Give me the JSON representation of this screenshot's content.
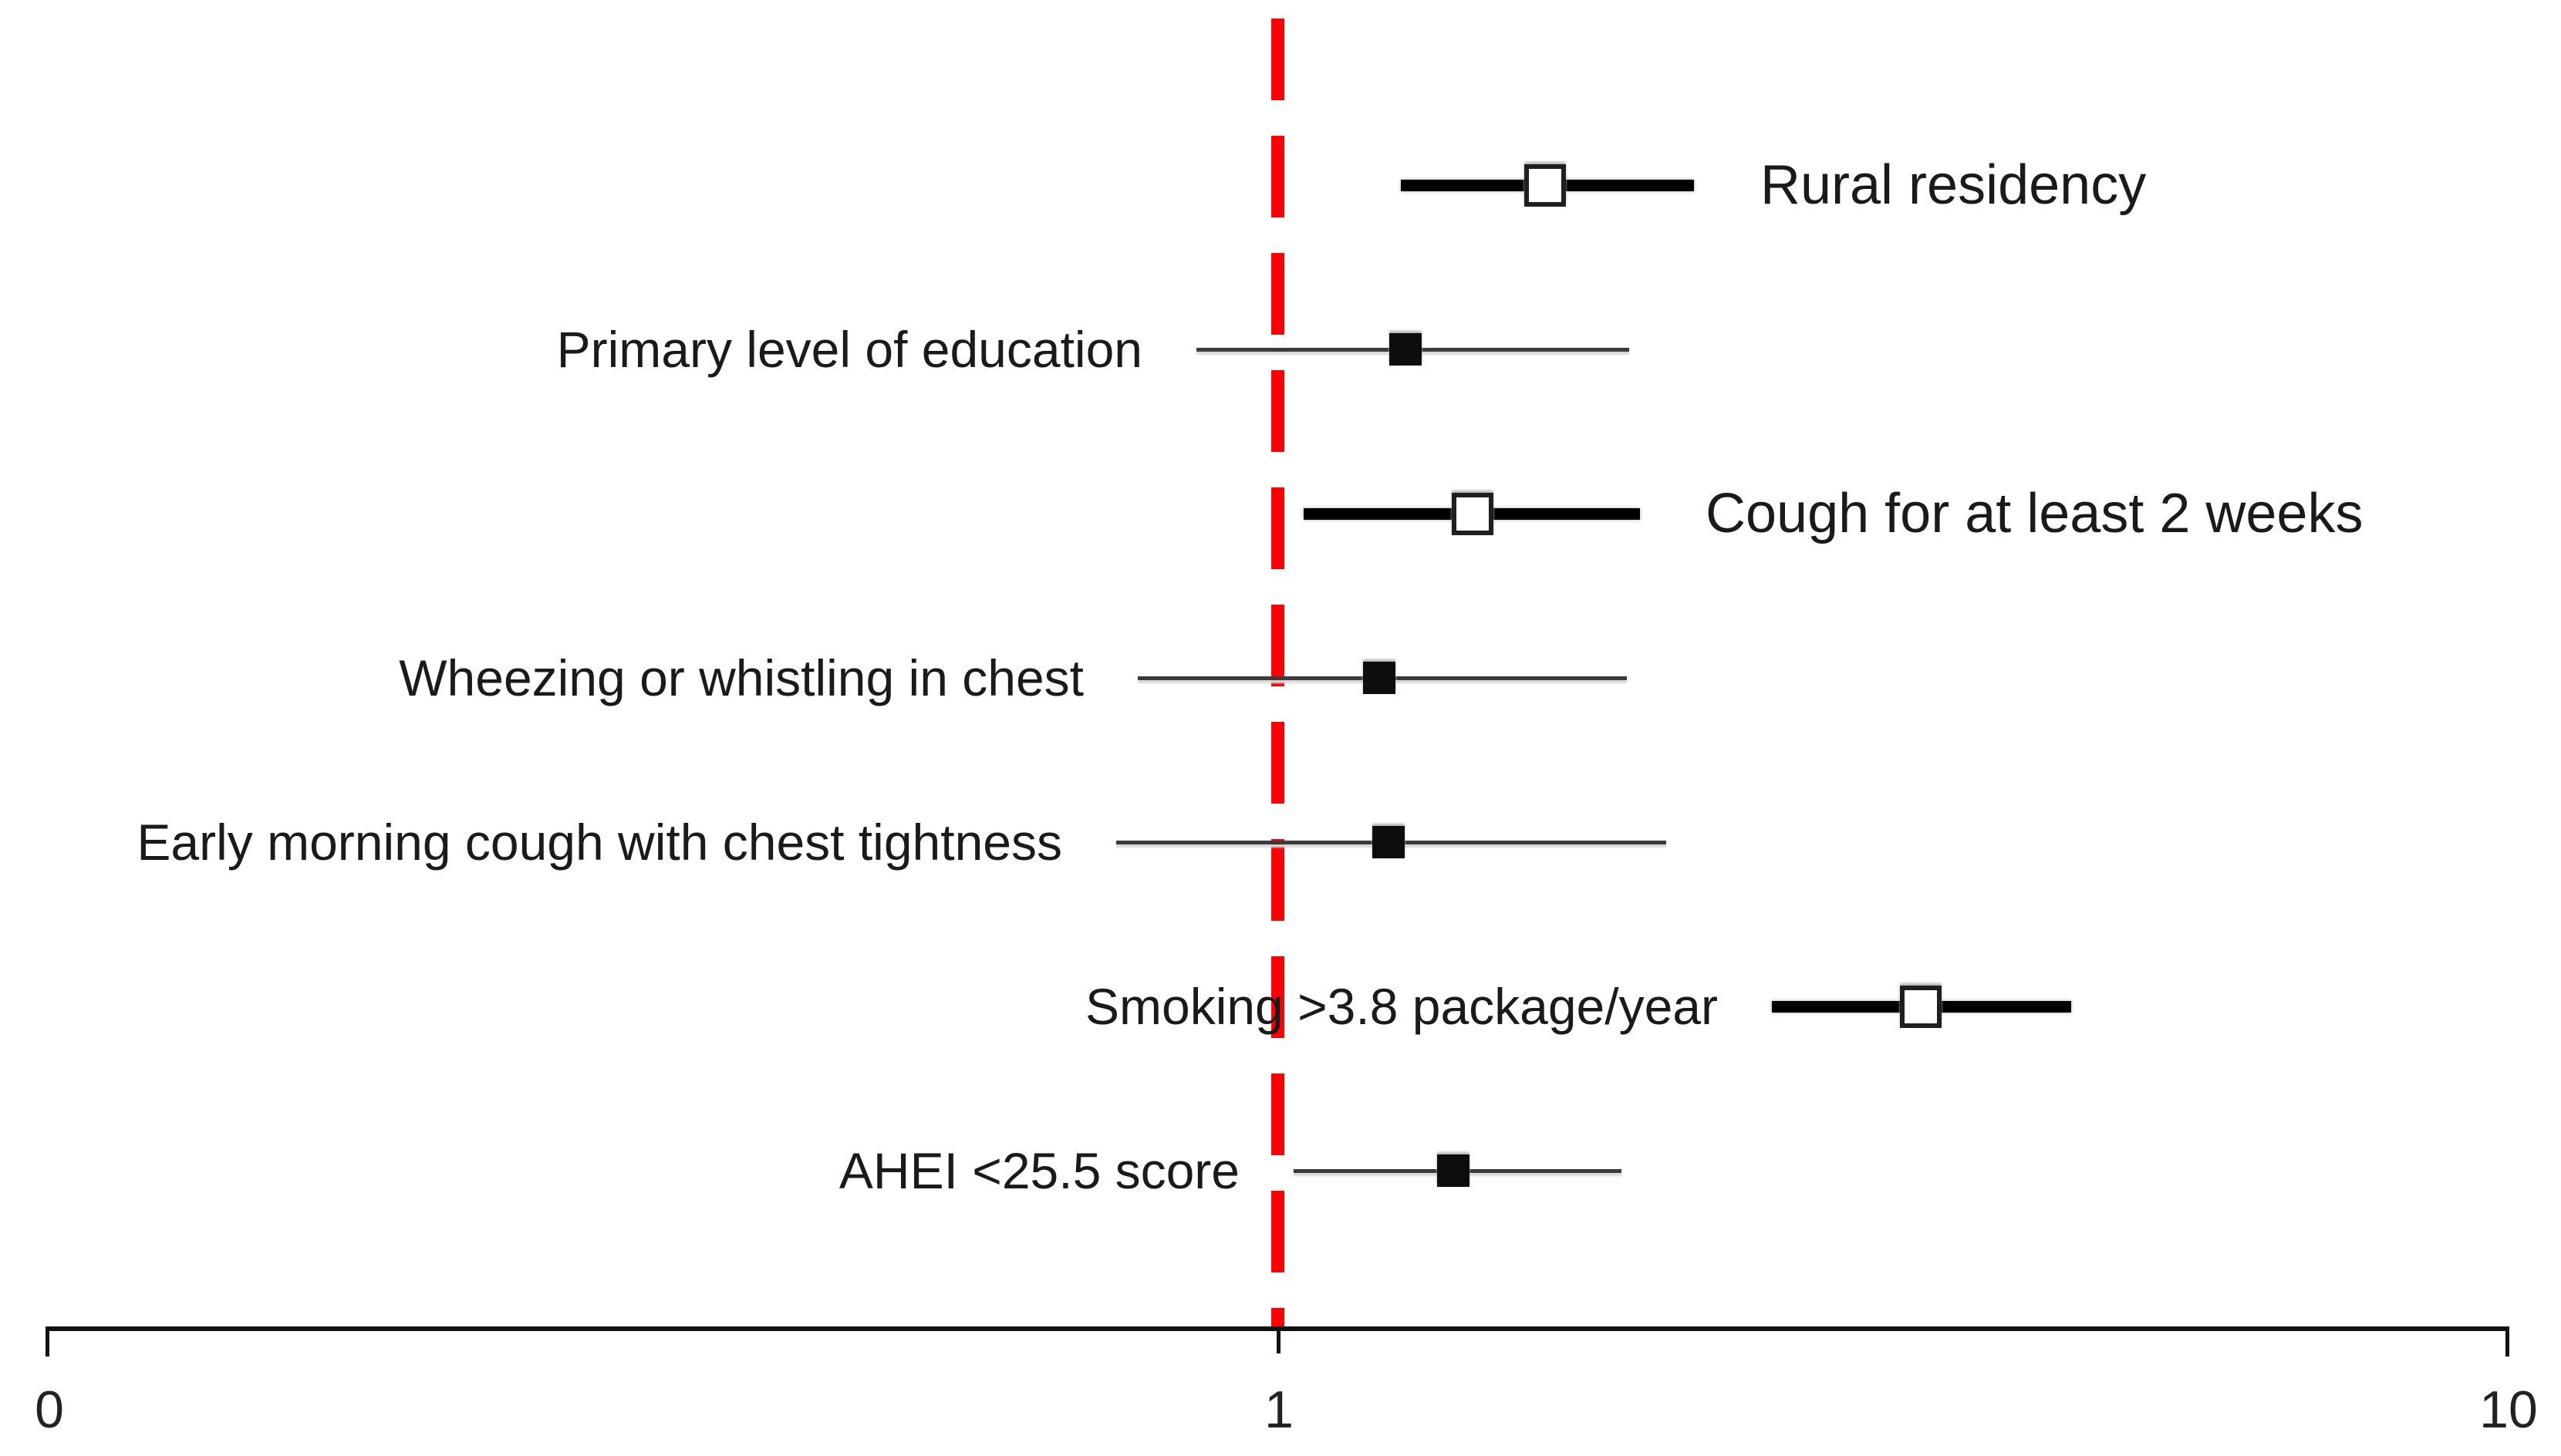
{
  "chart_data": {
    "type": "scatter",
    "subtype": "forest-plot",
    "title": "",
    "xlabel": "",
    "ylabel": "",
    "x_axis": {
      "tick_labels": [
        "0",
        "1",
        "10"
      ],
      "tick_fractions": [
        0,
        0.5,
        1
      ],
      "scale": "log10 for values; value 1 at axis midpoint, 10 at right end, left end labeled 0",
      "grid": "off"
    },
    "reference_line": {
      "x": 1,
      "style": "dashed",
      "color": "#f50505"
    },
    "legend": "none",
    "rows": [
      {
        "label": "Rural residency",
        "or": 1.65,
        "ci_low": 1.26,
        "ci_high": 2.18,
        "marker": "open",
        "line_weight": "thick",
        "label_side": "right"
      },
      {
        "label": "Primary level of education",
        "or": 1.27,
        "ci_low": 0.86,
        "ci_high": 1.93,
        "marker": "filled",
        "line_weight": "thin",
        "label_side": "left"
      },
      {
        "label": "Cough for at least 2 weeks",
        "or": 1.44,
        "ci_low": 1.05,
        "ci_high": 1.97,
        "marker": "open",
        "line_weight": "thick",
        "label_side": "right"
      },
      {
        "label": "Wheezing or whistling in chest",
        "or": 1.21,
        "ci_low": 0.77,
        "ci_high": 1.92,
        "marker": "filled",
        "line_weight": "thin",
        "label_side": "left"
      },
      {
        "label": "Early morning cough with chest tightness",
        "or": 1.23,
        "ci_low": 0.74,
        "ci_high": 2.07,
        "marker": "filled",
        "line_weight": "thin",
        "label_side": "left"
      },
      {
        "label": "Smoking >3.8 package/year",
        "or": 3.33,
        "ci_low": 2.52,
        "ci_high": 4.41,
        "marker": "open",
        "line_weight": "thick",
        "label_side": "left"
      },
      {
        "label": "AHEI <25.5 score",
        "or": 1.39,
        "ci_low": 1.03,
        "ci_high": 1.9,
        "marker": "filled",
        "line_weight": "thin",
        "label_side": "left"
      }
    ],
    "colors": {
      "reference_line": "#f50505",
      "ci_line_thick": "#000000",
      "ci_line_thin": "#3b3b3b",
      "marker_open_fill": "#ffffff",
      "marker_open_border": "#1f1f1f",
      "marker_filled": "#0d0d0d",
      "axis": "#111111",
      "text": "#1a1a1a",
      "background": "#ffffff"
    }
  }
}
